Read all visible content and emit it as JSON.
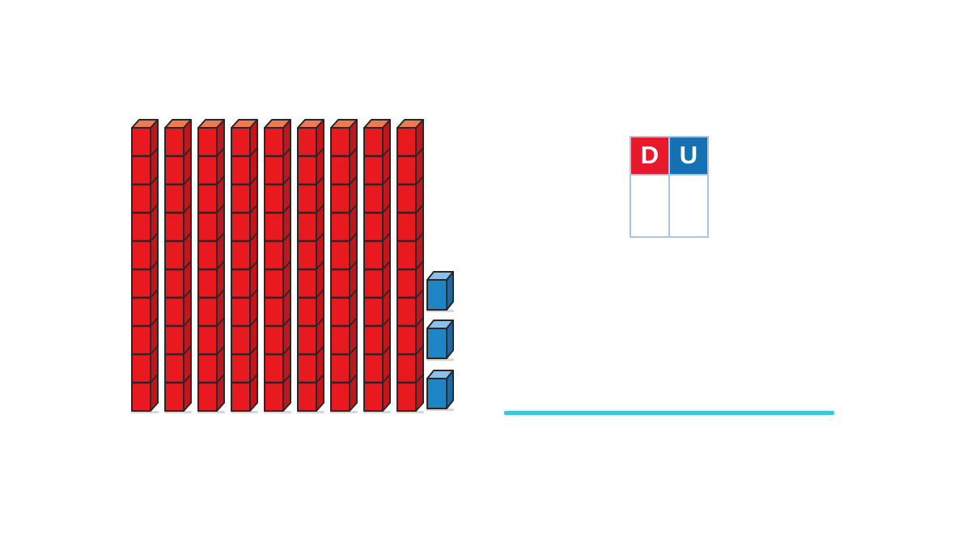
{
  "scene": {
    "background_color": "#ffffff",
    "description": "Base-ten blocks place value exercise"
  },
  "blocks": {
    "tens": {
      "count": 9,
      "cubes_per_rod": 10,
      "front_color": "#e8191f",
      "top_color": "#f07a4e",
      "side_color": "#c2151c",
      "outline_color": "#2b2627",
      "shadow_color": "#c9c9c9"
    },
    "ones": {
      "count": 3,
      "front_color": "#1e86c7",
      "top_color": "#8cc0e8",
      "side_color": "#1b6aa8",
      "outline_color": "#2b2627",
      "shadow_color": "#c9c9c9"
    }
  },
  "place_value_table": {
    "columns": [
      {
        "label": "D",
        "header_color": "#e8192b"
      },
      {
        "label": "U",
        "header_color": "#1472b4"
      }
    ],
    "cell_values": [
      "",
      ""
    ],
    "cell_border_color": "#aec3dd",
    "label_text_color": "#ffffff"
  },
  "answer_line": {
    "color": "#41c2dd"
  }
}
